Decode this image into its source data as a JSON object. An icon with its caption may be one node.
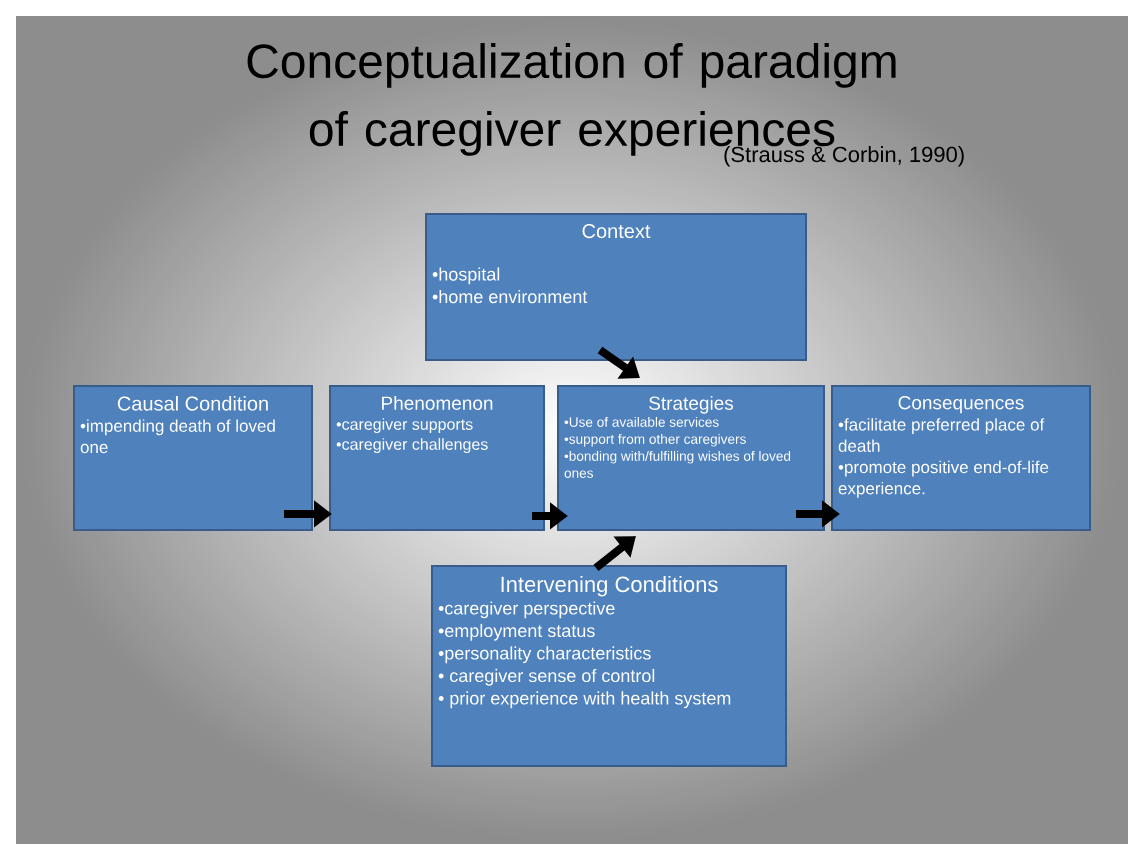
{
  "diagram": {
    "title": "Conceptualization of paradigm of caregiver experiences",
    "nodes": [
      {
        "text": [
          "Context",
          "•hospital",
          "•home environment"
        ]
      },
      {
        "text": [
          "Causal Condition",
          "•impending death of loved one"
        ]
      },
      {
        "text": [
          "Phenomenon",
          "•caregiver supports",
          "•caregiver challenges"
        ]
      },
      {
        "text": [
          "Strategies",
          "•Use of available services",
          "•support from other caregivers",
          "•bonding with/fulfilling wishes of loved ones"
        ]
      },
      {
        "text": [
          "Consequences",
          "•facilitate preferred place of death",
          "•promote positive end-of-life experience."
        ]
      },
      {
        "text": [
          "Intervening Conditions",
          "•caregiver perspective",
          "•employment status",
          "•personality characteristics",
          "• caregiver sense of control",
          "• prior experience with health system"
        ]
      }
    ],
    "edges": [
      {
        "from": 1,
        "to": 2,
        "arrow": "to"
      },
      {
        "from": 2,
        "to": 3,
        "arrow": "to"
      },
      {
        "from": 3,
        "to": 4,
        "arrow": "to"
      },
      {
        "from": 0,
        "to": 3,
        "arrow": "to"
      },
      {
        "from": 5,
        "to": 3,
        "arrow": "to"
      }
    ],
    "labels": [
      "(Strauss & Corbin, 1990)"
    ]
  }
}
